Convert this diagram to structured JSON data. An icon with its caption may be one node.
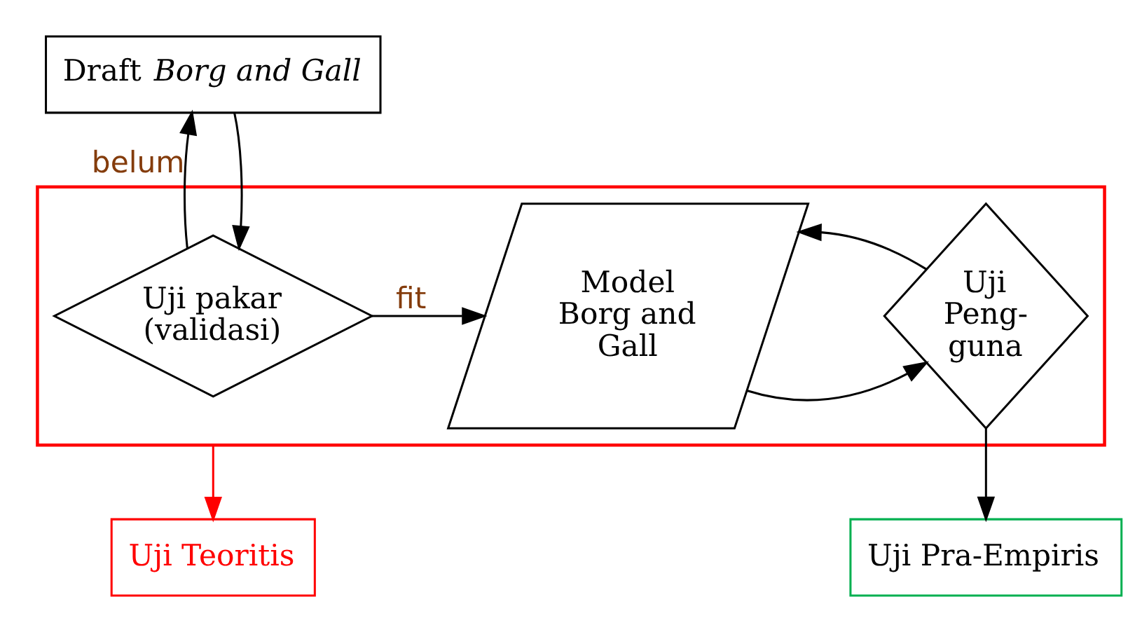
{
  "diagram": {
    "nodes": [
      {
        "text": [
          "Draft *Borg and Gall*"
        ]
      },
      {
        "text": [],
        "shape": "box"
      },
      {
        "text": [
          "Uji pakar (validasi)"
        ],
        "in": 1
      },
      {
        "text": [
          "Model Borg and Gall"
        ],
        "in": 1
      },
      {
        "text": [
          "Uji Peng- guna"
        ],
        "in": 1
      },
      {
        "text": [
          "Uji Teoritis"
        ]
      },
      {
        "text": [
          "Uji Pra-Empiris"
        ]
      }
    ],
    "edges": [
      {
        "from": 0,
        "to": 2,
        "arrow": "to"
      },
      {
        "from": 2,
        "to": 0,
        "arrow": "to",
        "label": "belum"
      },
      {
        "from": 2,
        "to": 3,
        "arrow": "to",
        "label": "fit"
      },
      {
        "from": 3,
        "to": 4,
        "arrow": "to"
      },
      {
        "from": 4,
        "to": 3,
        "arrow": "to"
      },
      {
        "from": 1,
        "to": 5,
        "arrow": "to",
        "color": "#ff0000"
      },
      {
        "from": 4,
        "to": 6,
        "arrow": "to"
      }
    ]
  }
}
